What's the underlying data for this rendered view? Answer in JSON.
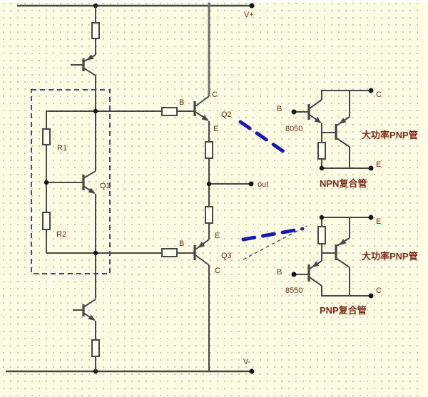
{
  "colors": {
    "background": "#fcfce4",
    "grid_dot": "#a5a596",
    "wire": "#474747",
    "label": "#7e2c1a",
    "annotation_blue": "#1818b2",
    "selection_dash": "#4a4a75"
  },
  "power_rails": {
    "vplus": "V+",
    "vminus": "V-"
  },
  "bias_network": {
    "r1": "R1",
    "r2": "R2",
    "q1": "Q1"
  },
  "output_stage": {
    "out_label": "out",
    "q2": {
      "designator": "Q2",
      "pin_b": "B",
      "pin_c": "C",
      "pin_e": "E"
    },
    "q3": {
      "designator": "Q3",
      "pin_b": "B",
      "pin_c": "C",
      "pin_e": "E"
    }
  },
  "npn_compound": {
    "caption": "NPN复合管",
    "driver_part": "8050",
    "power_note": "大功率PNP管",
    "pin_b": "B",
    "pin_c": "C",
    "pin_e": "E"
  },
  "pnp_compound": {
    "caption": "PNP复合管",
    "driver_part": "8550",
    "power_note": "大功率PNP管",
    "pin_b": "B",
    "pin_c": "C",
    "pin_e": "E"
  }
}
